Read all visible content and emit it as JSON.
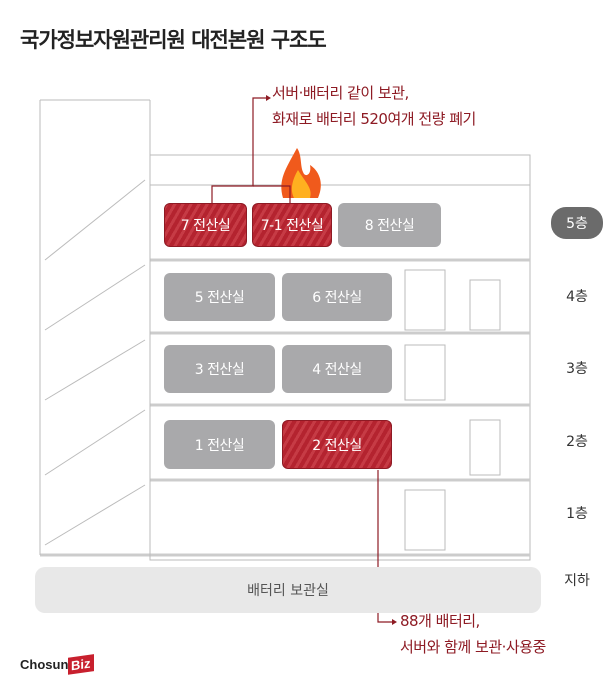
{
  "title": "국가정보자원관리원 대전본원 구조도",
  "callouts": {
    "top_line1": "서버·배터리 같이 보관,",
    "top_line2": "화재로 배터리 520여개 전량 폐기",
    "bottom_line1": "88개 배터리,",
    "bottom_line2": "서버와 함께 보관·사용중"
  },
  "rooms": {
    "r7": "7 전산실",
    "r71": "7-1 전산실",
    "r8": "8 전산실",
    "r5": "5 전산실",
    "r6": "6 전산실",
    "r3": "3 전산실",
    "r4": "4 전산실",
    "r1": "1 전산실",
    "r2": "2 전산실"
  },
  "basement_room": "배터리 보관실",
  "floors": {
    "f5": "5층",
    "f4": "4층",
    "f3": "3층",
    "f2": "2층",
    "f1": "1층",
    "b1": "지하"
  },
  "logo": {
    "text1": "Chosun",
    "text2": "Biz"
  },
  "colors": {
    "affected": "#b4232f",
    "normal": "#a9a9ab",
    "callout": "#8e1b24"
  }
}
